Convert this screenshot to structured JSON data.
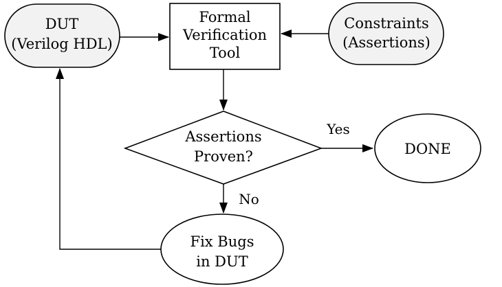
{
  "nodes": {
    "dut": {
      "line1": "DUT",
      "line2": "(Verilog HDL)"
    },
    "tool": {
      "line1": "Formal",
      "line2": "Verification",
      "line3": "Tool"
    },
    "constraints": {
      "line1": "Constraints",
      "line2": "(Assertions)"
    },
    "decision": {
      "line1": "Assertions",
      "line2": "Proven?"
    },
    "done": {
      "label": "DONE"
    },
    "fix": {
      "line1": "Fix Bugs",
      "line2": "in DUT"
    }
  },
  "edges": {
    "yes_label": "Yes",
    "no_label": "No"
  },
  "colors": {
    "rounded_node_fill": "#f2f2f2",
    "box_fill": "#ffffff",
    "stroke": "#000000"
  }
}
